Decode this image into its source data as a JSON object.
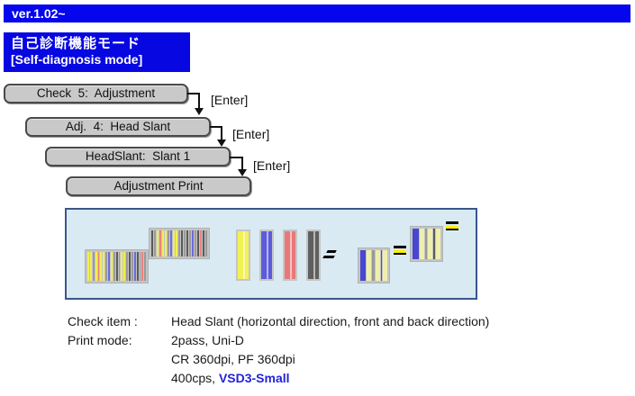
{
  "version_bar": {
    "label": "ver.1.02~"
  },
  "title_box": {
    "title_jp": "自己診断機能モード",
    "title_en": "[Self-diagnosis mode]"
  },
  "flow": {
    "enter_label": "[Enter]",
    "steps": [
      {
        "label": "Check  5:  Adjustment"
      },
      {
        "label": "Adj.  4:  Head Slant"
      },
      {
        "label": "HeadSlant:  Slant 1"
      },
      {
        "label": "Adjustment Print"
      }
    ]
  },
  "pattern_panel": {
    "palette": {
      "Y": "#f0ef55",
      "R": "#ec8282",
      "B": "#6b6be0",
      "G": "#9a9a9a",
      "D": "#5a5a5a",
      "PY": "#efefad",
      "BL": "#4747cf"
    },
    "left_lower_stripes": [
      "Y",
      "Y",
      "G",
      "Y",
      "R",
      "Y",
      "Y",
      "G",
      "B",
      "Y",
      "G",
      "D",
      "G",
      "Y",
      "Y",
      "G",
      "D",
      "G",
      "B",
      "D",
      "G",
      "R",
      "G"
    ],
    "left_upper_stripes": [
      "D",
      "G",
      "Y",
      "R",
      "Y",
      "Y",
      "G",
      "B",
      "Y",
      "Y",
      "G",
      "D",
      "G",
      "D",
      "G",
      "B",
      "G",
      "D",
      "R",
      "D",
      "G"
    ],
    "bar_colors": [
      "#f2f155",
      "#5b5bdc",
      "#ea7878",
      "#5f5f5f"
    ],
    "right_lower_stripes": [
      "BL",
      "PY",
      "G",
      "PY",
      "D",
      "PY"
    ],
    "right_upper_stripes": [
      "BL",
      "PY",
      "G",
      "PY",
      "D",
      "PY"
    ]
  },
  "details": {
    "rows": [
      {
        "label": "Check item :",
        "value": "Head Slant (horizontal direction, front and back direction)"
      },
      {
        "label": "Print mode:",
        "value": "2pass, Uni-D"
      },
      {
        "label": "",
        "value": "CR 360dpi, PF 360dpi"
      },
      {
        "label": "",
        "value_prefix": "400cps, ",
        "value_highlight": "VSD3-Small"
      }
    ]
  },
  "colors": {
    "header_blue": "#0505ee",
    "title_box_blue": "#0707e2",
    "panel_bg": "#d9eaf3",
    "panel_border": "#3a568c",
    "button_gray": "#c9c9c9",
    "highlight_text_blue": "#2222dd",
    "equal_mark_yellow": "#ffee00"
  }
}
